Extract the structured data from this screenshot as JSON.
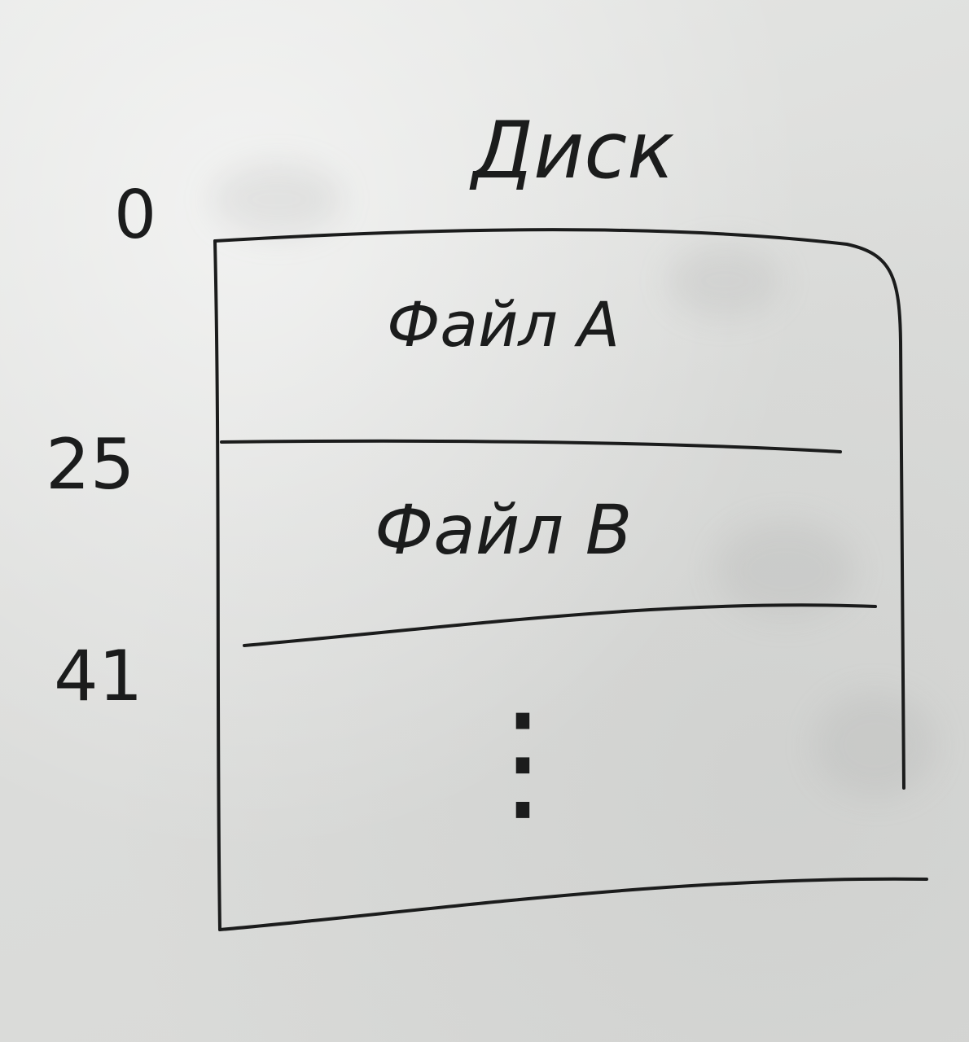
{
  "diagram": {
    "title": "Диск",
    "offsets": [
      {
        "label": "0"
      },
      {
        "label": "25"
      },
      {
        "label": "41"
      }
    ],
    "sections": [
      {
        "label": "Файл А"
      },
      {
        "label": "Файл B"
      }
    ],
    "ellipsis": "⋮"
  },
  "colors": {
    "board": "#dfe0de",
    "ink": "#1b1c1c"
  }
}
